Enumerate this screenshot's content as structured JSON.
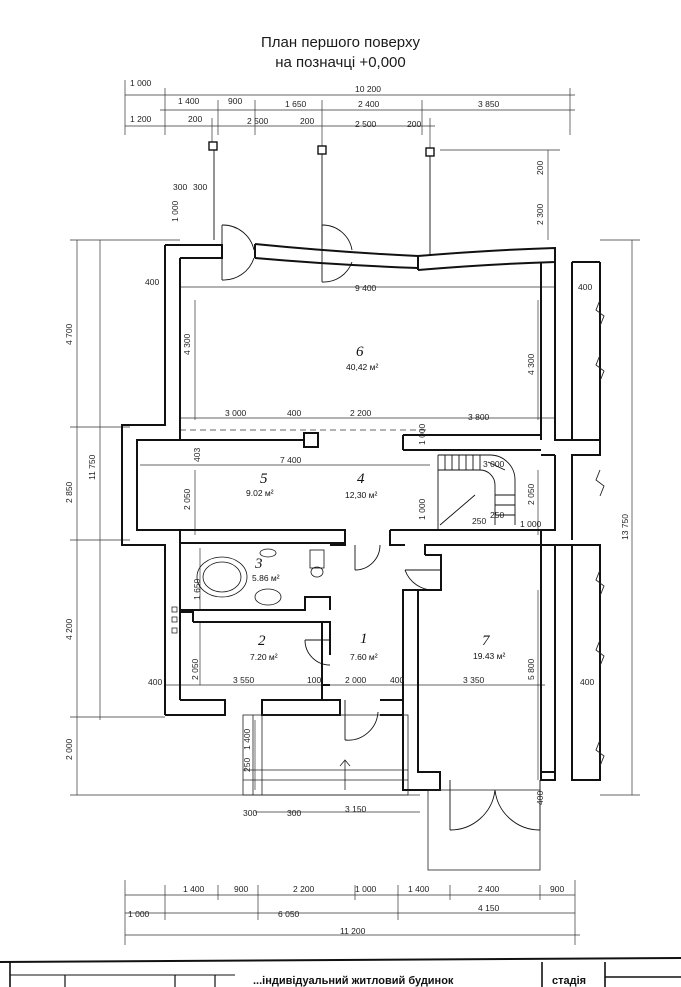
{
  "title": {
    "line1": "План першого поверху",
    "line2": "на позначці +0,000"
  },
  "dimensions": {
    "top_row1": [
      "1 000",
      "10 200"
    ],
    "top_row2": [
      "1 400",
      "900",
      "1 650",
      "2 400",
      "3 850"
    ],
    "top_row3": [
      "1 200",
      "200",
      "2 500",
      "200",
      "2 500",
      "200"
    ],
    "left_overall": [
      "4 700",
      "2 850",
      "11 750",
      "4 200",
      "2 000"
    ],
    "left_inner": [
      "4 300",
      "2 050",
      "1 650",
      "2 050"
    ],
    "right_overall": [
      "200",
      "2 300",
      "13 750"
    ],
    "right_inner": [
      "4 300",
      "2 050",
      "5 800"
    ],
    "interior": [
      "400",
      "9 400",
      "400",
      "3 000",
      "400",
      "2 200",
      "3 800",
      "7 400",
      "403",
      "1 000",
      "3 000",
      "250",
      "250",
      "1 000",
      "1 000",
      "400",
      "3 550",
      "100",
      "2 000",
      "400",
      "3 350",
      "400",
      "400",
      "300",
      "300",
      "1 000",
      "1 400",
      "250",
      "300",
      "300",
      "3 150",
      "400"
    ],
    "bottom_row1": [
      "1 400",
      "900",
      "2 200",
      "1 000",
      "1 400",
      "2 400",
      "900"
    ],
    "bottom_row2": [
      "1 000",
      "6 050",
      "4 150"
    ],
    "bottom_row3": [
      "11 200"
    ]
  },
  "rooms": [
    {
      "number": "6",
      "area": "40,42 м²"
    },
    {
      "number": "5",
      "area": "9.02 м²"
    },
    {
      "number": "4",
      "area": "12,30 м²"
    },
    {
      "number": "3",
      "area": "5.86 м²"
    },
    {
      "number": "2",
      "area": "7.20 м²"
    },
    {
      "number": "1",
      "area": "7.60 м²"
    },
    {
      "number": "7",
      "area": "19.43 м²"
    }
  ],
  "stamp": {
    "title": "...індивідуальний житловий будинок",
    "stage": "стадія"
  }
}
